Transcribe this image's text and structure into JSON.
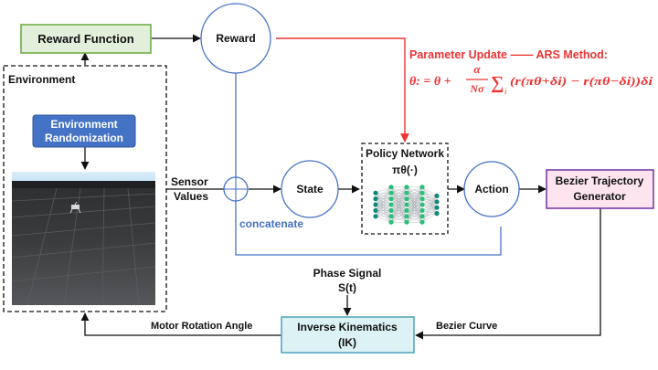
{
  "nodes": {
    "reward_function": "Reward Function",
    "reward": "Reward",
    "environment": "Environment",
    "env_randomization_line1": "Environment",
    "env_randomization_line2": "Randomization",
    "sensor_values_line1": "Sensor",
    "sensor_values_line2": "Values",
    "concatenate": "concatenate",
    "state": "State",
    "policy_network": "Policy Network",
    "policy_symbol": "πθ(·)",
    "action": "Action",
    "bezier_generator_line1": "Bezier Trajectory",
    "bezier_generator_line2": "Generator",
    "phase_signal_line1": "Phase Signal",
    "phase_signal_line2": "S(t)",
    "inverse_kinematics_line1": "Inverse Kinematics",
    "inverse_kinematics_line2": "(IK)",
    "motor_rotation_angle": "Motor Rotation Angle",
    "bezier_curve": "Bezier Curve"
  },
  "update": {
    "title": "Parameter Update —— ARS Method:",
    "formula_lhs": "θ: = θ +",
    "frac_num": "α",
    "frac_den": "Nσ",
    "sum": "∑",
    "sum_index": "i",
    "formula_rhs": "(r(πθ+δi) − r(πθ−δi))δi"
  },
  "colors": {
    "blue_line": "#4472c4",
    "red_line": "#ee3333",
    "reward_fn_fill": "#e2efda",
    "reward_fn_stroke": "#70ad47",
    "env_rand_fill": "#4472c4",
    "bezier_fill": "#fde4ef",
    "bezier_stroke": "#7030a0",
    "ik_fill": "#dcf2f5",
    "ik_stroke": "#4fa3b8",
    "nn_node": "#2bbf7a",
    "nn_node_dark": "#0f8a7a"
  }
}
